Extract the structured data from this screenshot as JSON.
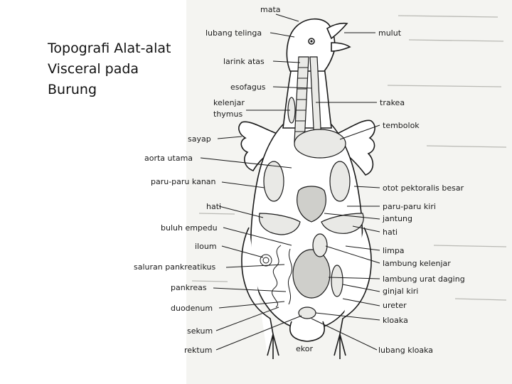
{
  "slide": {
    "title_lines": [
      "Topografi Alat-alat",
      "Visceral pada",
      "Burung"
    ]
  },
  "diagram": {
    "labels": {
      "mata": "mata",
      "lubang_telinga": "lubang telinga",
      "mulut": "mulut",
      "larink_atas": "larink atas",
      "esofagus": "esofagus",
      "trakea": "trakea",
      "kelenjar": "kelenjar",
      "thymus": "thymus",
      "tembolok": "tembolok",
      "sayap": "sayap",
      "aorta_utama": "aorta utama",
      "paru_paru_kanan": "paru-paru kanan",
      "otot_pektoralis_besar": "otot pektoralis besar",
      "hati_left": "hati",
      "paru_paru_kiri": "paru-paru kiri",
      "jantung": "jantung",
      "buluh_empedu": "buluh empedu",
      "hati_right": "hati",
      "iloum": "iloum",
      "limpa": "limpa",
      "saluran_pankreatikus": "saluran pankreatikus",
      "lambung_kelenjar": "lambung kelenjar",
      "lambung_urat_daging": "lambung urat daging",
      "pankreas": "pankreas",
      "ginjal_kiri": "ginjal kiri",
      "ureter": "ureter",
      "duodenum": "duodenum",
      "kloaka": "kloaka",
      "sekum": "sekum",
      "rektum": "rektum",
      "ekor": "ekor",
      "lubang_kloaka": "lubang kloaka"
    }
  }
}
